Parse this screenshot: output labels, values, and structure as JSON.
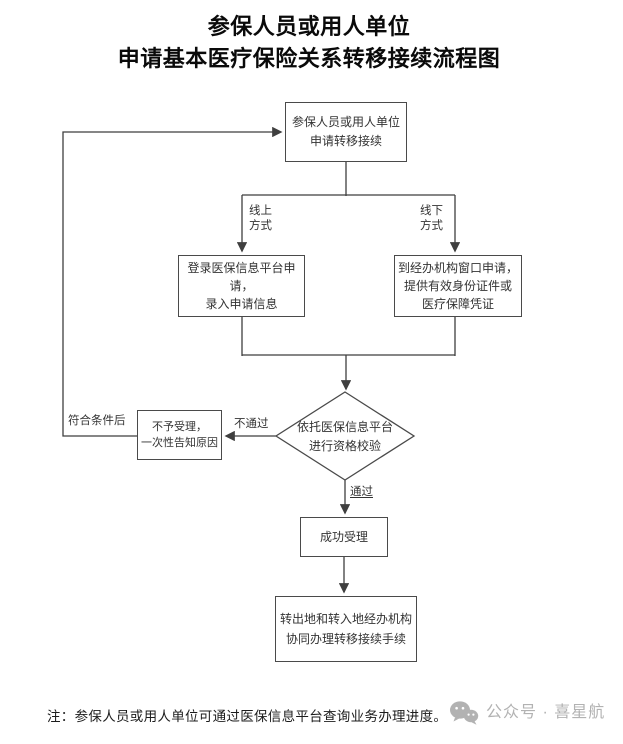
{
  "page": {
    "title_line1": "参保人员或用人单位",
    "title_line2": "申请基本医疗保险关系转移接续流程图",
    "note": "注：参保人员或用人单位可通过医保信息平台查询业务办理进度。"
  },
  "flowchart": {
    "nodes": {
      "apply": "参保人员或用人单位\n申请转移接续",
      "online": "登录医保信息平台申请，\n录入申请信息",
      "offline": "到经办机构窗口申请，\n提供有效身份证件或\n医疗保障凭证",
      "check": "依托医保信息平台\n进行资格校验",
      "reject": "不予受理，\n一次性告知原因",
      "success": "成功受理",
      "final": "转出地和转入地经办机构\n协同办理转移接续手续"
    },
    "edge_labels": {
      "online_branch": "线上\n方式",
      "offline_branch": "线下\n方式",
      "fail": "不通过",
      "pass": "通过",
      "requalify": "符合条件后"
    },
    "colors": {
      "line": "#3f3f3f",
      "box_border": "#4a4a4a",
      "text": "#333333"
    }
  },
  "watermark": {
    "icon": "wechat-logo",
    "text": "公众号 · 喜星航",
    "color": "#b2b2b2"
  }
}
